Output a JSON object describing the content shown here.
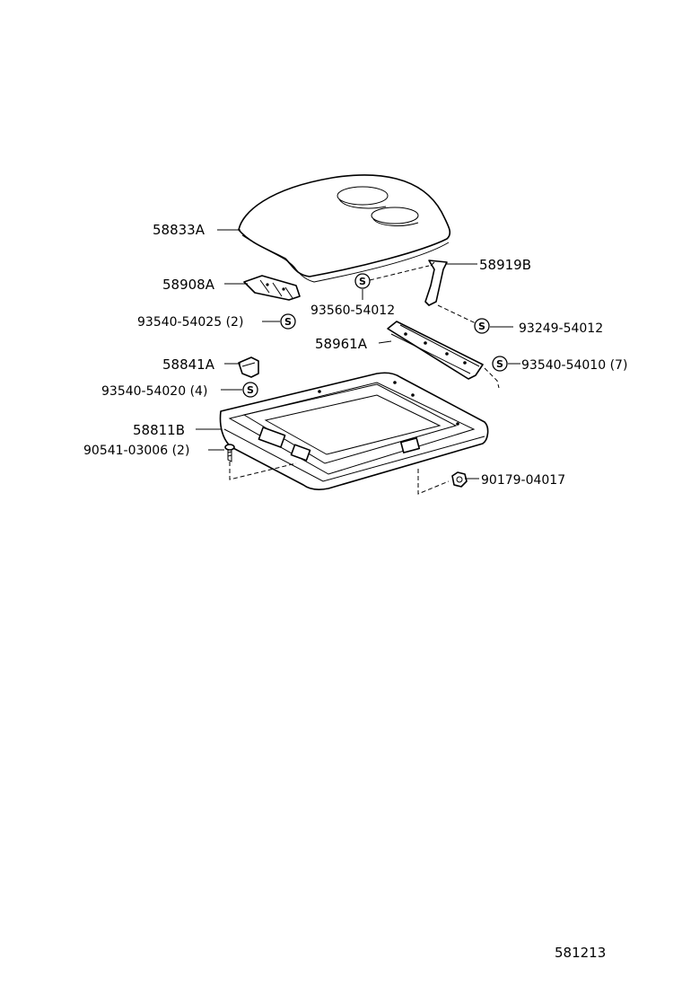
{
  "drawing_number": "581213",
  "parts": {
    "p58833A": "58833A",
    "p58908A": "58908A",
    "p93540_54025": "93540-54025 (2)",
    "p58841A": "58841A",
    "p93540_54020": "93540-54020 (4)",
    "p58811B": "58811B",
    "p90541_03006": "90541-03006 (2)",
    "p58919B": "58919B",
    "p93560_54012": "93560-54012",
    "p93249_54012": "93249-54012",
    "p58961A": "58961A",
    "p93540_54010": "93540-54010 (7)",
    "p90179_04017": "90179-04017"
  },
  "symbols": {
    "standard_part": "S"
  }
}
